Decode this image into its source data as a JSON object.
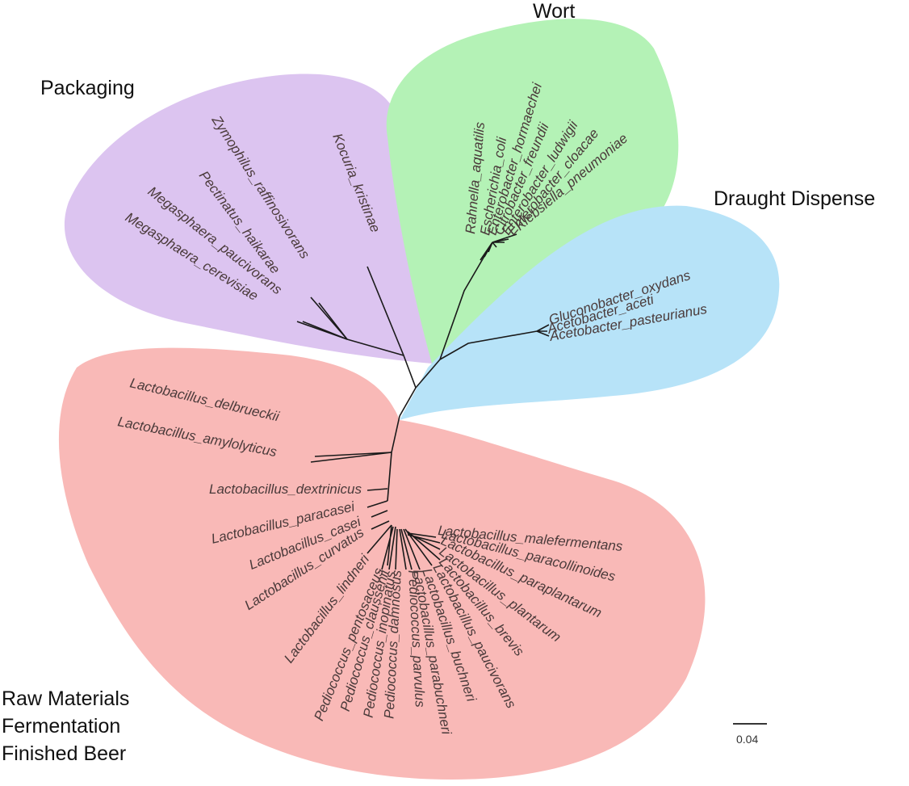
{
  "colors": {
    "packaging": "#dcc4f0",
    "wort": "#b4f2b6",
    "draught": "#b7e3f8",
    "raw": "#f9b9b7",
    "branch": "#1a1a1a"
  },
  "groups": {
    "packaging": {
      "title": "Packaging"
    },
    "wort": {
      "title": "Wort"
    },
    "draught": {
      "title": "Draught Dispense"
    },
    "raw": {
      "title_lines": [
        "Raw Materials",
        "Fermentation",
        "Finished Beer"
      ]
    }
  },
  "scale_bar": {
    "label": "0.04"
  },
  "leaves": {
    "packaging": [
      "Kocuria_kristinae",
      "Zymophilus_raffinosivorans",
      "Pectinatus_haikarae",
      "Megasphaera_paucivorans",
      "Megasphaera_cerevisiae"
    ],
    "wort": [
      "Rahnella_aquatilis",
      "Escherichia_coli",
      "Enterobacter_hormaechei",
      "Citrobacter_freundii",
      "Enterobacter_ludwigii",
      "Enterobacter_cloacae",
      "Klebsiella_pneumoniae"
    ],
    "draught": [
      "Gluconobacter_oxydans",
      "Acetobacter_aceti",
      "Acetobacter_pasteurianus"
    ],
    "raw": [
      "Lactobacillus_delbrueckii",
      "Lactobacillus_amylolyticus",
      "Lactobacillus_dextrinicus",
      "Lactobacillus_paracasei",
      "Lactobacillus_casei",
      "Lactobacillus_curvatus",
      "Lactobacillus_lindneri",
      "Pediococcus_pentosaceus",
      "Pediococcus_claussenii",
      "Pediococcus_inopinatus",
      "Pediococcus_damnosus",
      "Pediococcus_parvulus",
      "Lactobacillus_parabuchneri",
      "Lactobacillus_buchneri",
      "Lactobacillus_paucivorans",
      "Lactobacillus_brevis",
      "Lactobacillus_plantarum",
      "Lactobacillus_paraplantarum",
      "Lactobacillus_paracollinoides",
      "Lactobacillus_malefermentans"
    ]
  }
}
